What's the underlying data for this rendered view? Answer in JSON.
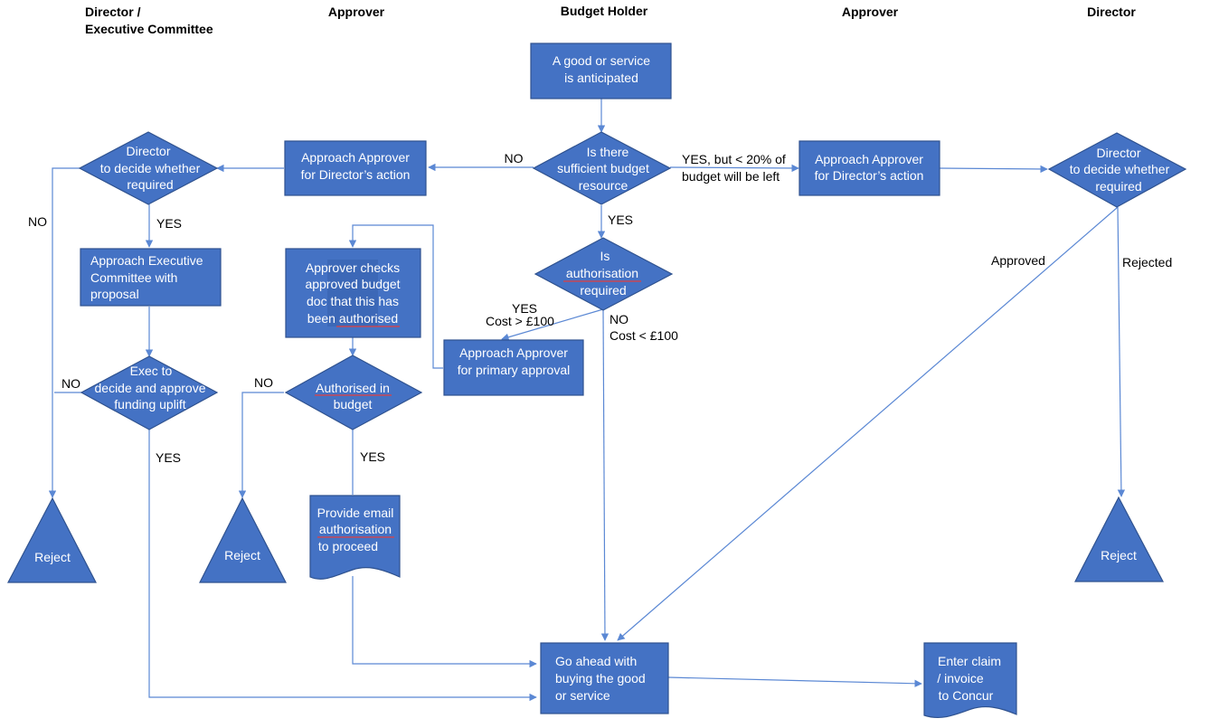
{
  "headers": {
    "col1_line1": "Director /",
    "col1_line2": "Executive Committee",
    "col2": "Approver",
    "col3": "Budget Holder",
    "col4": "Approver",
    "col5": "Director"
  },
  "nodes": {
    "anticipated": [
      "A good or service",
      "is anticipated"
    ],
    "sufficient_budget": [
      "Is there",
      "sufficient budget",
      "resource"
    ],
    "approach_left": [
      "Approach Approver",
      "for Director’s action"
    ],
    "approach_right": [
      "Approach Approver",
      "for Director’s action"
    ],
    "director_left": [
      "Director",
      "to decide whether",
      "required"
    ],
    "director_right": [
      "Director",
      "to decide whether",
      "required"
    ],
    "approach_exec": [
      "Approach Executive",
      "Committee  with",
      "proposal"
    ],
    "approver_checks": [
      "Approver checks",
      "approved budget",
      "doc that this has",
      "been authorised"
    ],
    "authorisation_required": [
      "Is",
      "authorisation",
      "required"
    ],
    "approach_primary": [
      "Approach Approver",
      "for primary approval"
    ],
    "exec_decide": [
      "Exec  to",
      "decide and approve",
      "funding  uplift"
    ],
    "authorised_budget": [
      "Authorised in",
      "budget"
    ],
    "reject_left": "Reject",
    "reject_mid": "Reject",
    "reject_right": "Reject",
    "email_auth": [
      "Provide email",
      "authorisation",
      "to proceed"
    ],
    "go_ahead": [
      "Go ahead with",
      "buying the good",
      "or service"
    ],
    "enter_claim": [
      "Enter claim",
      "/ invoice",
      "to Concur"
    ]
  },
  "edge_labels": {
    "no_budget": "NO",
    "yes_low_budget_1": "YES, but < 20% of",
    "yes_low_budget_2": "budget will be left",
    "yes_budget": "YES",
    "no_director_left": "NO",
    "yes_director_left": "YES",
    "approved": "Approved",
    "rejected": "Rejected",
    "yes_cost_1": "YES",
    "yes_cost_2": "Cost > £100",
    "no_cost_1": "NO",
    "no_cost_2": "Cost < £100",
    "no_exec": "NO",
    "yes_exec": "YES",
    "no_authorised": "NO",
    "yes_authorised": "YES"
  },
  "colors": {
    "shape_fill": "#4472c4",
    "shape_stroke": "#2f528f",
    "connector": "#5b88d4",
    "spellcheck_underline": "#e04040"
  }
}
